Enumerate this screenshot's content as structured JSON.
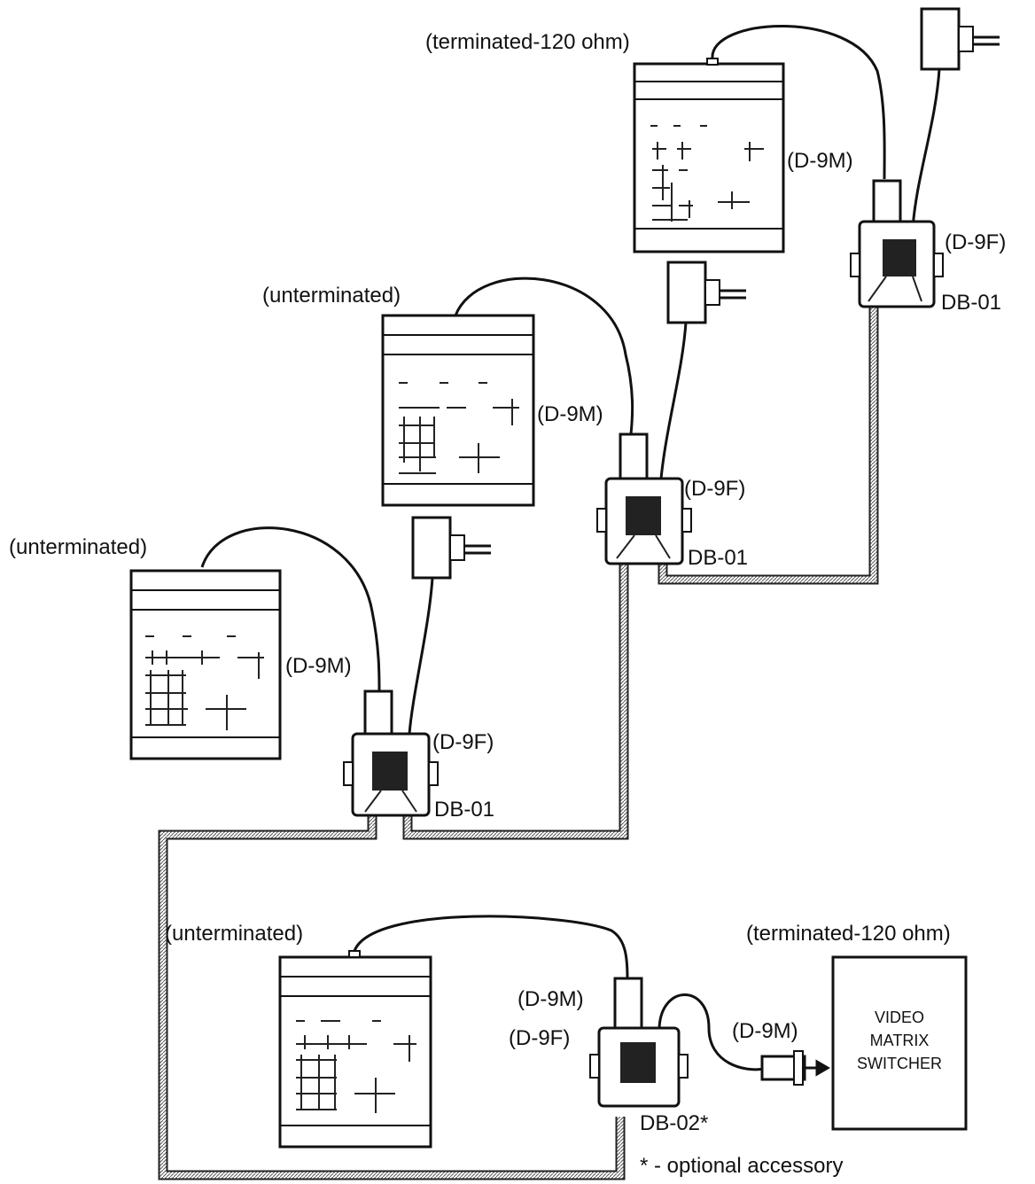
{
  "labels": {
    "kb4_termination": "(terminated-120 ohm)",
    "kb3_termination": "(unterminated)",
    "kb2_termination": "(unterminated)",
    "kb1_termination": "(unterminated)",
    "vms_termination": "(terminated-120 ohm)",
    "d9m": "(D-9M)",
    "d9f": "(D-9F)",
    "db01": "DB-01",
    "db02": "DB-02*",
    "footnote": "* - optional accessory"
  },
  "vms": {
    "line1": "VIDEO",
    "line2": "MATRIX",
    "line3": "SWITCHER"
  }
}
